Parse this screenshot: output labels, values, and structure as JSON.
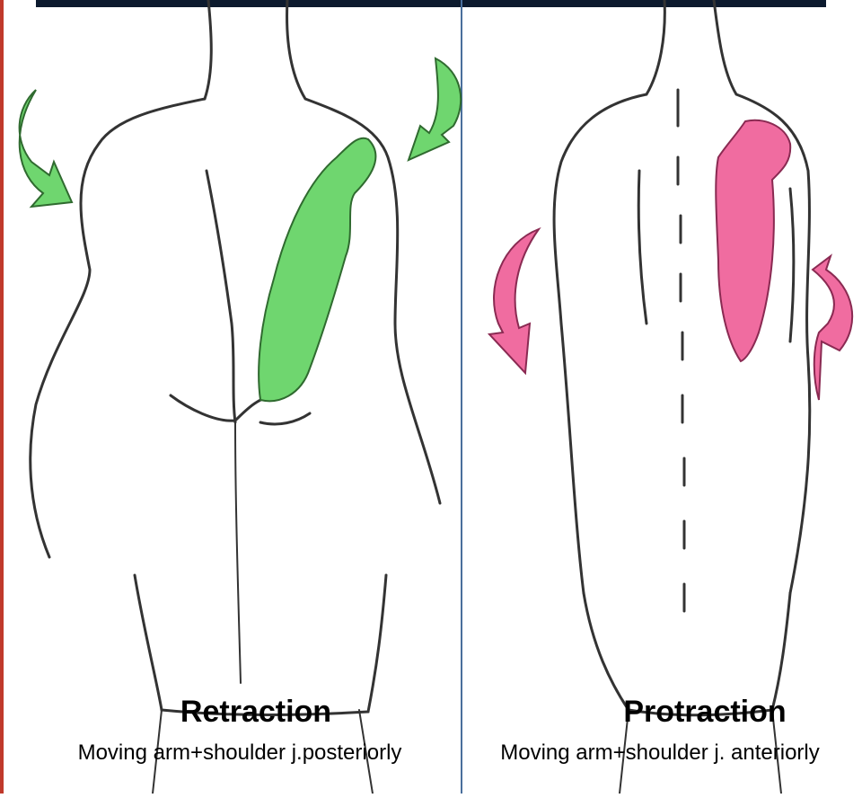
{
  "panels": [
    {
      "title": "Retraction",
      "description": "Moving arm+shoulder j.posteriorly",
      "highlight_color": "#6fd66f",
      "arrow_color": "#6fd66f",
      "arrow_icon": "curved-arrow-icon",
      "muscle": "scapula-shape"
    },
    {
      "title": "Protraction",
      "description": "Moving arm+shoulder j. anteriorly",
      "highlight_color": "#f06ca0",
      "arrow_color": "#f06ca0",
      "arrow_icon": "curved-arrow-icon",
      "muscle": "scapula-shape"
    }
  ],
  "colors": {
    "top_bar": "#0c1a2e",
    "frame_left": "#c0392b",
    "divider": "#4a6f9c",
    "sketch": "#333333"
  }
}
